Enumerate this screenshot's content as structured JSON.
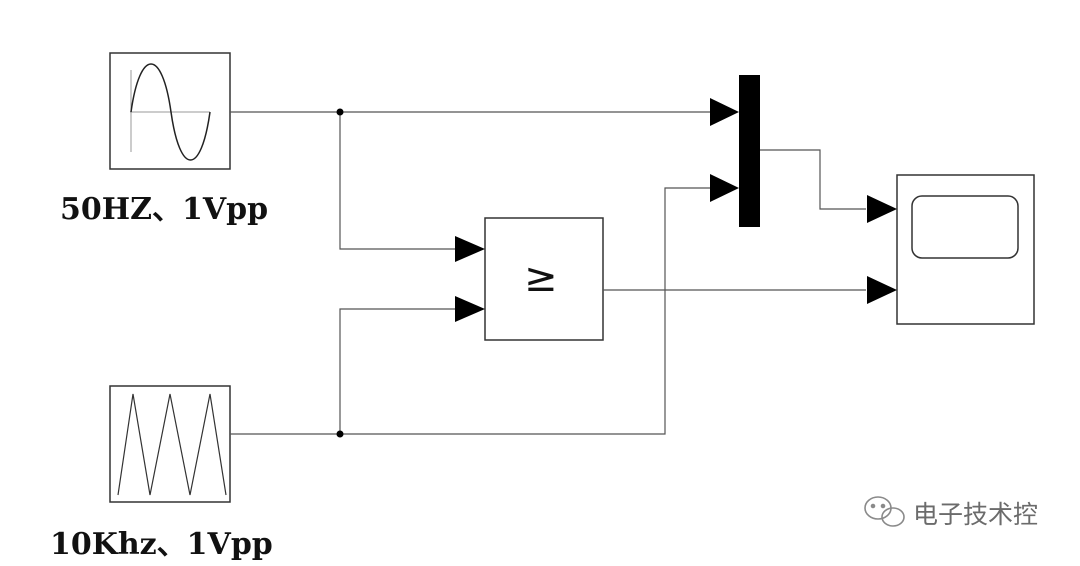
{
  "labels": {
    "sine_source": "50HZ、1Vpp",
    "triangle_source": "10Khz、1Vpp"
  },
  "blocks": {
    "comparator_symbol": "≥"
  },
  "watermark": {
    "text": "电子技术控"
  },
  "colors": {
    "stroke": "#333333",
    "wire": "#555555",
    "arrow": "#000000",
    "mux_bar": "#000000",
    "watermark": "#6b6b6b"
  },
  "icons": [
    "sine-wave-icon",
    "triangle-wave-icon",
    "comparator-ge-icon",
    "mux-bar-icon",
    "scope-screen-icon",
    "wechat-icon"
  ]
}
